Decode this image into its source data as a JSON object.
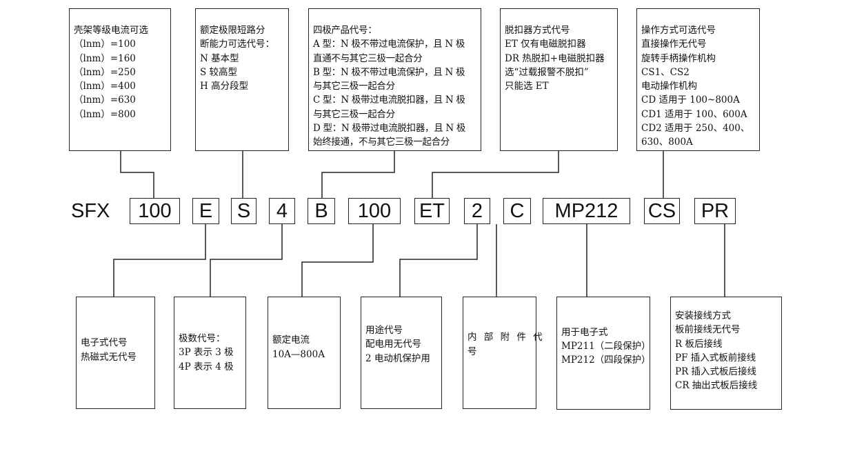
{
  "model_prefix": "SFX",
  "codes": [
    "100",
    "E",
    "S",
    "4",
    "B",
    "100",
    "ET",
    "2",
    "C",
    "MP212",
    "CS",
    "PR"
  ],
  "top_boxes": [
    {
      "lines": [
        "壳架等级电流可选",
        "（lnm）=100",
        "（lnm）=160",
        "（lnm）=250",
        "（lnm）=400",
        "（lnm）=630",
        "（lnm）=800"
      ]
    },
    {
      "lines": [
        "额定极限短路分",
        "断能力可选代号：",
        "N 基本型",
        "S 较高型",
        "H 高分段型"
      ]
    },
    {
      "lines": [
        "四极产品代号：",
        "A 型：N 极不带过电流保护，且 N 极",
        "直通不与其它三极一起合分",
        "B 型：N 极不带过电流保护，且 N 极",
        "与其它三极一起合分",
        "C 型：N 极带过电流脱扣器，且 N 极",
        "与其它三极一起合分",
        "D 型：N 极带过电流脱扣器，且 N 极",
        "始终接通，不与其它三极一起合分"
      ]
    },
    {
      "lines": [
        "脱扣器方式代号",
        "ET 仅有电磁脱扣器",
        "DR 热脱扣+电磁脱扣器",
        "选“过载报警不脱扣”",
        "只能选 ET"
      ]
    },
    {
      "lines": [
        "操作方式可选代号",
        "直接操作无代号",
        "旋转手柄操作机构",
        "CS1、CS2",
        "电动操作机构",
        "CD 适用于 100~800A",
        "CD1 适用于 100、600A",
        "CD2 适用于 250、400、",
        "630、800A"
      ]
    }
  ],
  "bottom_boxes": [
    {
      "lines": [
        "电子式代号",
        "热磁式无代号"
      ]
    },
    {
      "lines": [
        "极数代号：",
        "3P 表示 3 极",
        "4P 表示 4 极"
      ]
    },
    {
      "lines": [
        "额定电流",
        "10A—800A"
      ]
    },
    {
      "lines": [
        "用途代号",
        "配电用无代号",
        "2 电动机保护用"
      ]
    },
    {
      "lines": [
        "内 部 附 件 代",
        "号"
      ]
    },
    {
      "lines": [
        "用于电子式",
        "MP211（二段保护）",
        "MP212（四段保护）"
      ]
    },
    {
      "lines": [
        "安装接线方式",
        "板前接线无代号",
        "R 板后接线",
        "PF 插入式板前接线",
        "PR 插入式板后接线",
        "CR 抽出式板后接线"
      ]
    }
  ]
}
